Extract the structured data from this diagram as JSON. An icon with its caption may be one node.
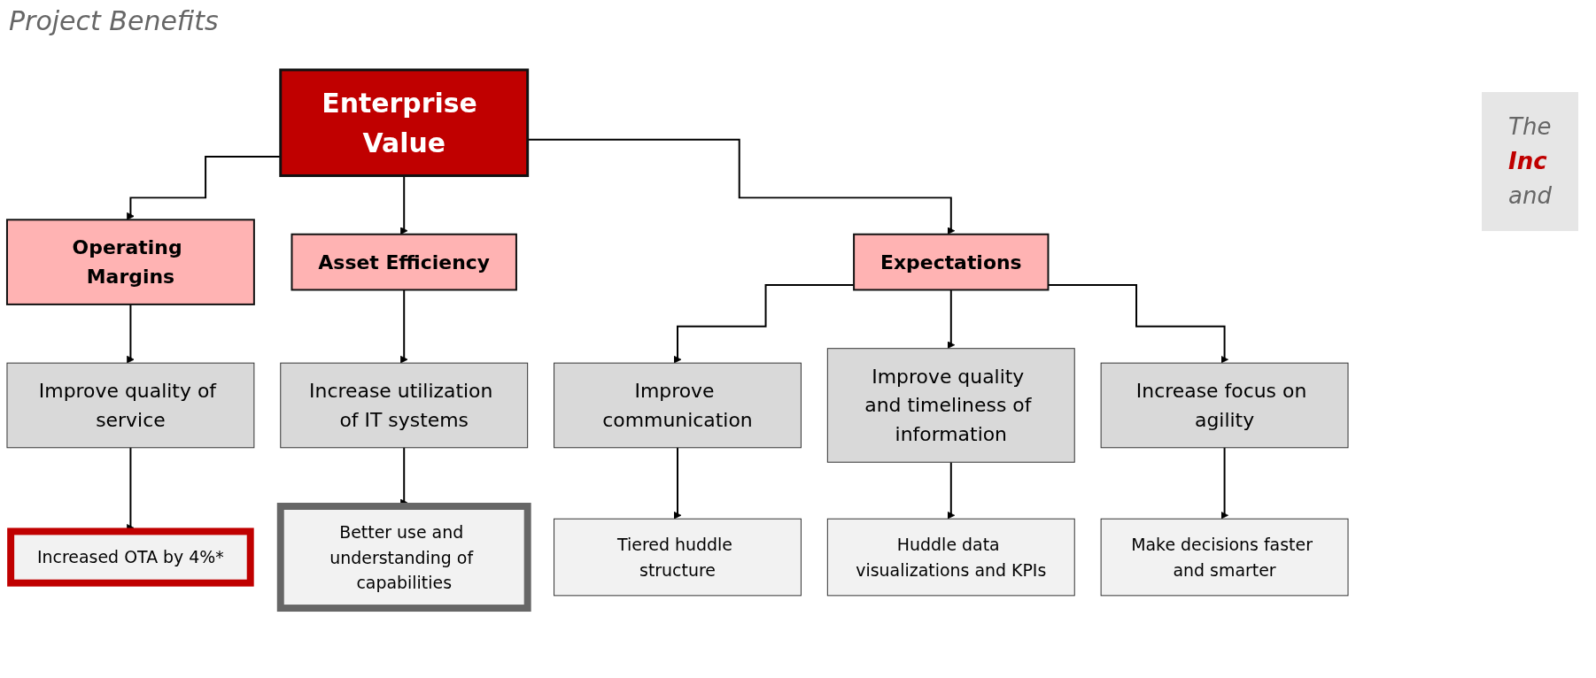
{
  "diagram": {
    "title": "Project Benefits",
    "nodes": [
      {
        "text": [
          "Enterprise Value"
        ]
      },
      {
        "text": [
          "Operating Margins"
        ]
      },
      {
        "text": [
          "Asset Efficiency"
        ]
      },
      {
        "text": [
          "Expectations"
        ]
      },
      {
        "text": [
          "Improve quality of service"
        ]
      },
      {
        "text": [
          "Increase utilization of IT systems"
        ]
      },
      {
        "text": [
          "Improve communication"
        ]
      },
      {
        "text": [
          "Improve quality and timeliness of information"
        ]
      },
      {
        "text": [
          "Increase focus on agility"
        ]
      },
      {
        "text": [
          "Increased OTA by 4%*"
        ]
      },
      {
        "text": [
          "Better use and understanding of capabilities"
        ]
      },
      {
        "text": [
          "Tiered huddle structure"
        ]
      },
      {
        "text": [
          "Huddle data visualizations and KPIs"
        ]
      },
      {
        "text": [
          "Make decisions faster and smarter"
        ]
      }
    ],
    "edges": [
      {
        "from": 0,
        "to": 1,
        "arrow": "to"
      },
      {
        "from": 0,
        "to": 2,
        "arrow": "to"
      },
      {
        "from": 0,
        "to": 3,
        "arrow": "to"
      },
      {
        "from": 1,
        "to": 4,
        "arrow": "to"
      },
      {
        "from": 2,
        "to": 5,
        "arrow": "to"
      },
      {
        "from": 3,
        "to": 6,
        "arrow": "to"
      },
      {
        "from": 3,
        "to": 7,
        "arrow": "to"
      },
      {
        "from": 3,
        "to": 8,
        "arrow": "to"
      },
      {
        "from": 4,
        "to": 9,
        "arrow": "to"
      },
      {
        "from": 5,
        "to": 10,
        "arrow": "to"
      },
      {
        "from": 6,
        "to": 11,
        "arrow": "to"
      },
      {
        "from": 7,
        "to": 12,
        "arrow": "to"
      },
      {
        "from": 8,
        "to": 13,
        "arrow": "to"
      }
    ],
    "labels": [
      "The",
      "Inc",
      "and"
    ]
  }
}
